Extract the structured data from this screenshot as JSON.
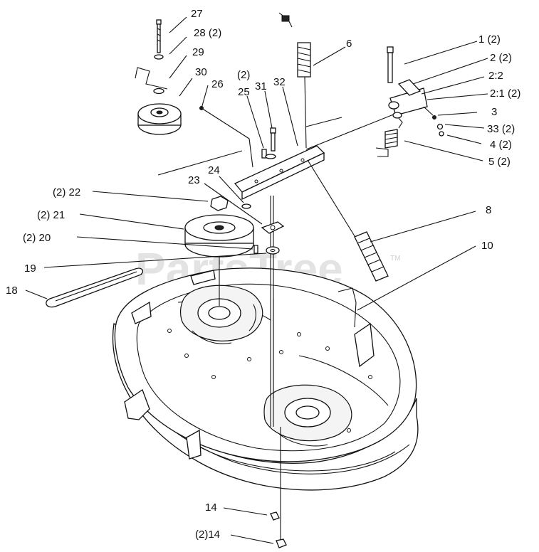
{
  "watermark": {
    "text": "PartsTree",
    "trademark": "TM"
  },
  "callouts": [
    {
      "id": "27",
      "text": "27"
    },
    {
      "id": "28",
      "text": "28  (2)"
    },
    {
      "id": "29",
      "text": "29"
    },
    {
      "id": "30",
      "text": "30"
    },
    {
      "id": "26",
      "text": "26"
    },
    {
      "id": "25q",
      "text": "(2)"
    },
    {
      "id": "25",
      "text": "25"
    },
    {
      "id": "31",
      "text": "31"
    },
    {
      "id": "32",
      "text": "32"
    },
    {
      "id": "6",
      "text": "6"
    },
    {
      "id": "1",
      "text": "1 (2)"
    },
    {
      "id": "2",
      "text": "2 (2)"
    },
    {
      "id": "2_2",
      "text": "2:2"
    },
    {
      "id": "2_1",
      "text": "2:1 (2)"
    },
    {
      "id": "3",
      "text": "3"
    },
    {
      "id": "33",
      "text": "33 (2)"
    },
    {
      "id": "4",
      "text": "4  (2)"
    },
    {
      "id": "5",
      "text": "5  (2)"
    },
    {
      "id": "24",
      "text": "24"
    },
    {
      "id": "23",
      "text": "23"
    },
    {
      "id": "22",
      "text": "(2) 22"
    },
    {
      "id": "21",
      "text": "(2) 21"
    },
    {
      "id": "20",
      "text": "(2)  20"
    },
    {
      "id": "19",
      "text": "19"
    },
    {
      "id": "18",
      "text": "18"
    },
    {
      "id": "8",
      "text": "8"
    },
    {
      "id": "10",
      "text": "10"
    },
    {
      "id": "14a",
      "text": "14"
    },
    {
      "id": "14b",
      "text": "(2)14"
    }
  ]
}
